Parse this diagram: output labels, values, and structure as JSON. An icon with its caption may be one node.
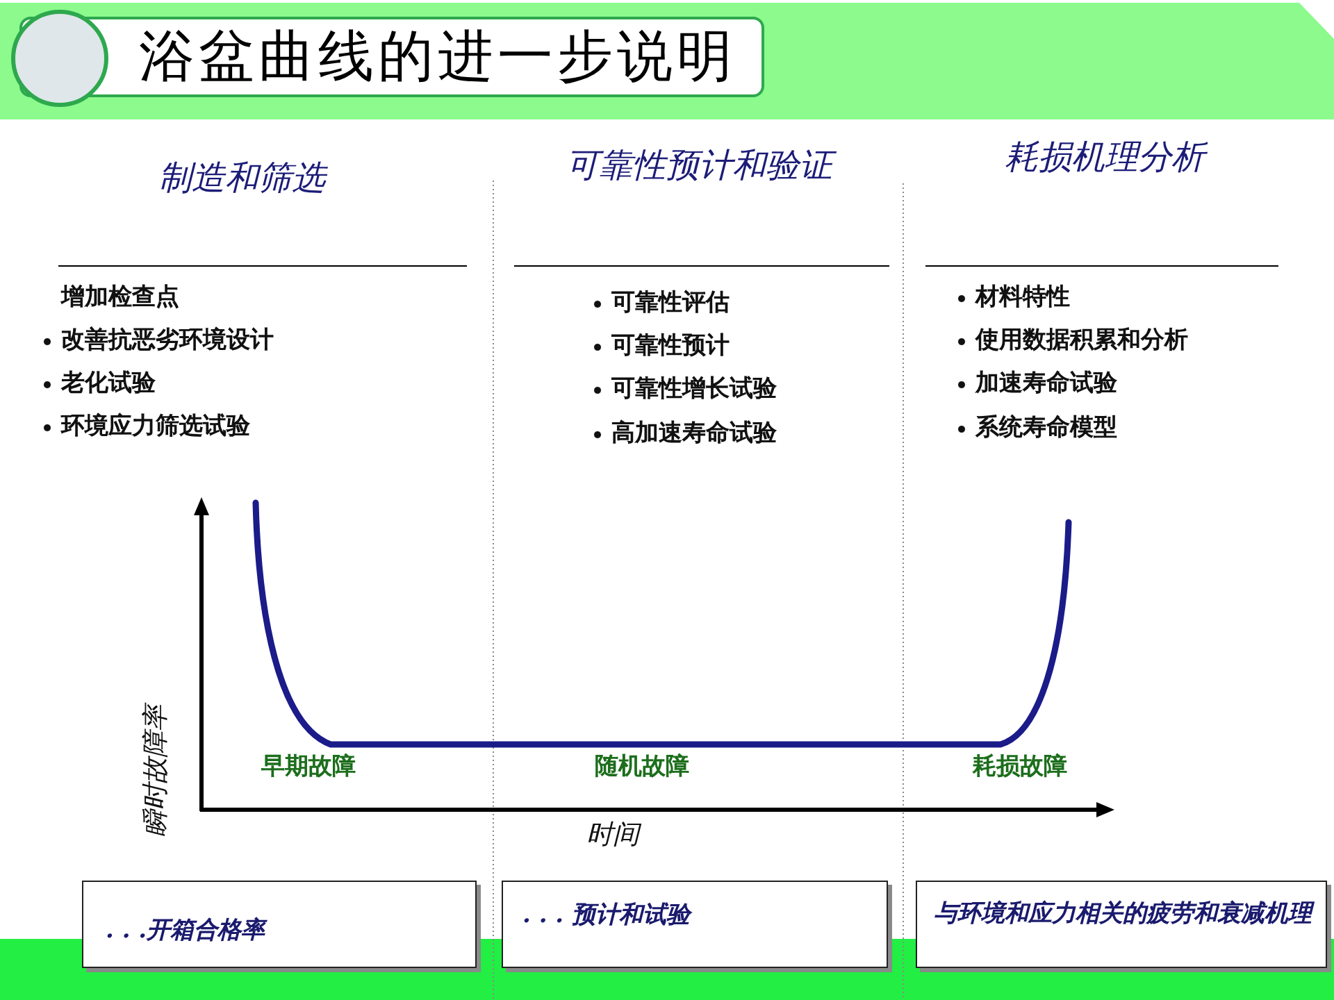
{
  "diagram": {
    "title": "浴盆曲线的进一步说明",
    "nodes": [
      {
        "text": [
          ". . .开箱合格率"
        ]
      },
      {
        "text": [
          ". . . 预计和试验"
        ]
      },
      {
        "text": [
          "与环境和应力相关的疲劳和衰减机理"
        ]
      }
    ],
    "labels": [
      "制造和筛选",
      "可靠性预计和验证",
      "耗损机理分析",
      "增加检查点",
      "改善抗恶劣环境设计",
      "老化试验",
      "环境应力筛选试验",
      "可靠性评估",
      "可靠性预计",
      "可靠性增长试验",
      "高加速寿命试验",
      "材料特性",
      "使用数据积累和分析",
      "加速寿命试验",
      "系统寿命模型",
      "早期故障",
      "随机故障",
      "耗损故障",
      "瞬时故障率",
      "时间"
    ]
  }
}
